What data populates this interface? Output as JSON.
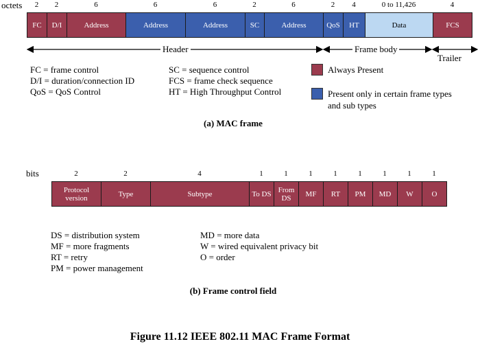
{
  "mac": {
    "unit_label": "octets",
    "fields": [
      {
        "label": "FC",
        "size": "2",
        "color": "red"
      },
      {
        "label": "D/I",
        "size": "2",
        "color": "red"
      },
      {
        "label": "Address",
        "size": "6",
        "color": "red"
      },
      {
        "label": "Address",
        "size": "6",
        "color": "blue"
      },
      {
        "label": "Address",
        "size": "6",
        "color": "blue"
      },
      {
        "label": "SC",
        "size": "2",
        "color": "blue"
      },
      {
        "label": "Address",
        "size": "6",
        "color": "blue"
      },
      {
        "label": "QoS",
        "size": "2",
        "color": "blue"
      },
      {
        "label": "HT",
        "size": "4",
        "color": "blue"
      },
      {
        "label": "Data",
        "size": "0 to 11,426",
        "color": "light"
      },
      {
        "label": "FCS",
        "size": "4",
        "color": "red"
      }
    ],
    "regions": {
      "header": "Header",
      "body": "Frame body",
      "trailer": "Trailer"
    },
    "definitions_col1": [
      "FC  =  frame control",
      "D/I  =  duration/connection ID",
      "QoS = QoS Control"
    ],
    "definitions_col2": [
      "SC   =  sequence control",
      "FCS =  frame check sequence",
      "HT = High Throughput Control"
    ],
    "legend": {
      "always": "Always Present",
      "certain_line1": "Present only in certain frame types",
      "certain_line2": "and sub types"
    },
    "caption": "(a) MAC frame"
  },
  "fc": {
    "unit_label": "bits",
    "fields": [
      {
        "label": "Protocol version",
        "size": "2"
      },
      {
        "label": "Type",
        "size": "2"
      },
      {
        "label": "Subtype",
        "size": "4"
      },
      {
        "label": "To DS",
        "size": "1"
      },
      {
        "label": "From DS",
        "size": "1"
      },
      {
        "label": "MF",
        "size": "1"
      },
      {
        "label": "RT",
        "size": "1"
      },
      {
        "label": "PM",
        "size": "1"
      },
      {
        "label": "MD",
        "size": "1"
      },
      {
        "label": "W",
        "size": "1"
      },
      {
        "label": "O",
        "size": "1"
      }
    ],
    "definitions_col1": [
      "DS  = distribution system",
      "MF  = more fragments",
      "RT  = retry",
      "PM  = power management"
    ],
    "definitions_col2": [
      "MD  =  more data",
      "W    =  wired equivalent privacy bit",
      "O     =  order"
    ],
    "caption": "(b) Frame control field"
  },
  "figure_title": "Figure 11.12  IEEE 802.11 MAC Frame Format",
  "colors": {
    "red": "#9b3b4e",
    "blue": "#3b5fad",
    "light": "#bcd8f2"
  }
}
